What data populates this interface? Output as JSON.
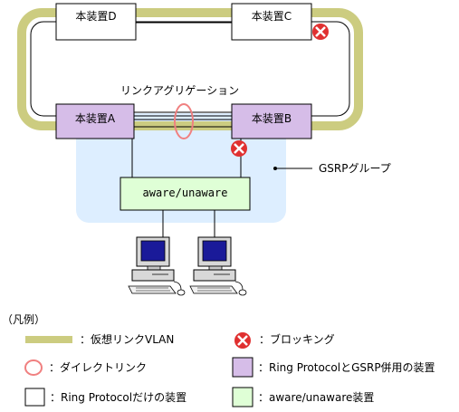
{
  "devices": {
    "a": "本装置A",
    "b": "本装置B",
    "c": "本装置C",
    "d": "本装置D",
    "aware": "aware/unaware"
  },
  "labels": {
    "link_aggregation": "リンクアグリゲーション",
    "gsrp_group": "GSRPグループ"
  },
  "legend": {
    "title": "（凡例）",
    "virtual_link_vlan": "：仮想リンクVLAN",
    "direct_link": "：ダイレクトリンク",
    "ring_only_device": "：Ring Protocolだけの装置",
    "blocking": "：ブロッキング",
    "ring_gsrp_device": "：Ring ProtocolとGSRP併用の装置",
    "aware_device": "：aware/unaware装置"
  },
  "colors": {
    "virtual_link": "#cccc80",
    "gsrp_area": "#ddeeff",
    "ring_gsrp_fill": "#d6bde8",
    "aware_fill": "#dfffd6",
    "blocking_red": "#e03030",
    "direct_link_ring": "#f08080",
    "pc_screen": "#1a1a99"
  }
}
